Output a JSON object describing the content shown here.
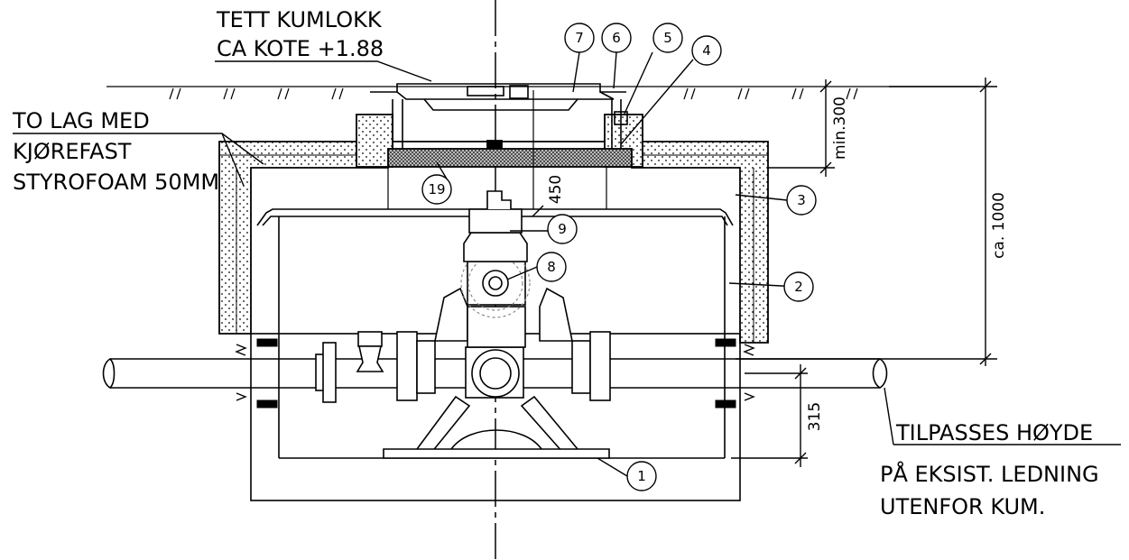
{
  "notes": {
    "manhole_cover": [
      "TETT KUMLOKK",
      "CA KOTE +1.88"
    ],
    "insulation": [
      "TO LAG MED",
      "KJØREFAST",
      "STYROFOAM 50MM"
    ],
    "adjust": [
      "TILPASSES HØYDE",
      "PÅ EKSIST. LEDNING",
      "UTENFOR KUM."
    ]
  },
  "dimensions": {
    "min_cover": "min.300",
    "depth_total": "ca. 1000",
    "height_450": "450",
    "height_315": "315"
  },
  "item_numbers": [
    "1",
    "2",
    "3",
    "4",
    "5",
    "6",
    "7",
    "8",
    "9",
    "19"
  ],
  "colors": {
    "line": "#000000",
    "hidden": "#888888",
    "background": "#ffffff"
  }
}
